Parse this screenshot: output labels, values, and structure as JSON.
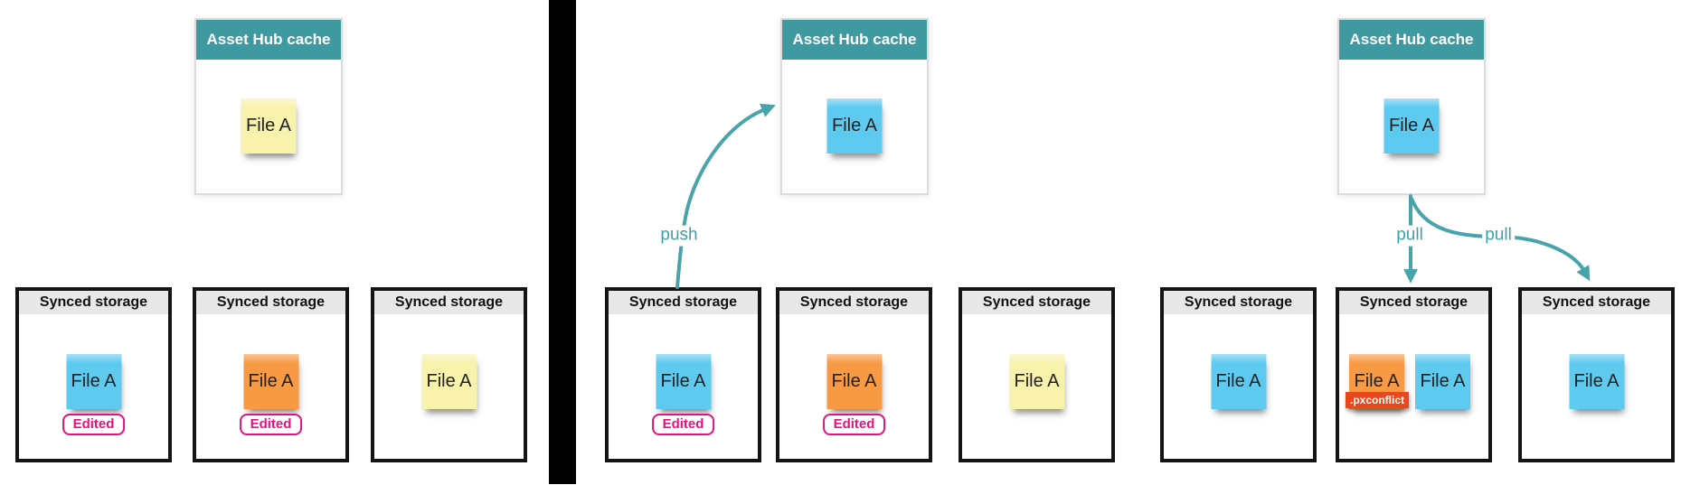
{
  "colors": {
    "teal_header": "#3f99a1",
    "teal_arrow": "#48a3ab",
    "sticky_blue": "#5fcaf0",
    "sticky_orange": "#f79a43",
    "sticky_yellow": "#f8f2ad",
    "edited_pink": "#e0137f",
    "conflict_red": "#e8481c",
    "storage_header_gray": "#e8e8e8",
    "divider_black": "#000000"
  },
  "panels": [
    {
      "cache": {
        "title": "Asset Hub cache",
        "stickies": [
          {
            "label": "File A",
            "color": "yellow"
          }
        ]
      },
      "boxes": [
        {
          "title": "Synced storage",
          "stickies": [
            {
              "label": "File A",
              "color": "blue"
            }
          ],
          "badge": "Edited"
        },
        {
          "title": "Synced storage",
          "stickies": [
            {
              "label": "File A",
              "color": "orange"
            }
          ],
          "badge": "Edited"
        },
        {
          "title": "Synced storage",
          "stickies": [
            {
              "label": "File A",
              "color": "yellow"
            }
          ]
        }
      ]
    },
    {
      "arrow": {
        "label": "push"
      },
      "cache": {
        "title": "Asset Hub cache",
        "stickies": [
          {
            "label": "File A",
            "color": "blue"
          }
        ]
      },
      "boxes": [
        {
          "title": "Synced storage",
          "stickies": [
            {
              "label": "File A",
              "color": "blue"
            }
          ],
          "badge": "Edited"
        },
        {
          "title": "Synced storage",
          "stickies": [
            {
              "label": "File A",
              "color": "orange"
            }
          ],
          "badge": "Edited"
        },
        {
          "title": "Synced storage",
          "stickies": [
            {
              "label": "File A",
              "color": "yellow"
            }
          ]
        }
      ]
    },
    {
      "arrows": [
        {
          "label": "pull"
        },
        {
          "label": "pull"
        }
      ],
      "cache": {
        "title": "Asset Hub cache",
        "stickies": [
          {
            "label": "File A",
            "color": "blue"
          }
        ]
      },
      "boxes": [
        {
          "title": "Synced storage",
          "stickies": [
            {
              "label": "File A",
              "color": "blue"
            }
          ]
        },
        {
          "title": "Synced storage",
          "stickies": [
            {
              "label": "File A",
              "color": "orange",
              "tag": ".pxconflict"
            },
            {
              "label": "File A",
              "color": "blue"
            }
          ]
        },
        {
          "title": "Synced storage",
          "stickies": [
            {
              "label": "File A",
              "color": "blue"
            }
          ]
        }
      ]
    }
  ]
}
